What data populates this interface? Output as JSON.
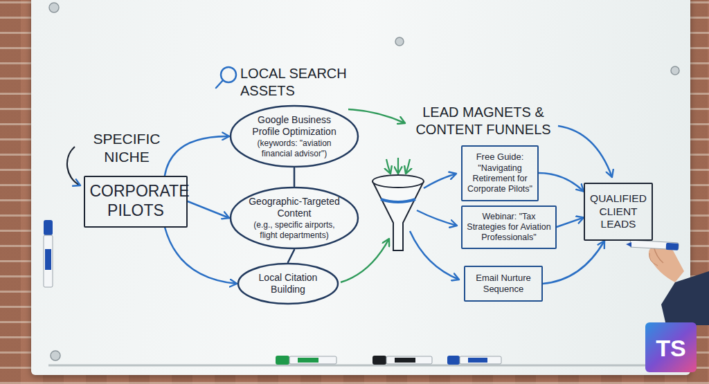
{
  "diagram": {
    "nodes": [
      {
        "text": [
          "CORPORATE PILOTS"
        ]
      },
      {
        "text": [
          "Google Business Profile Optimization",
          "(keywords: \"aviation financial advisor\")"
        ]
      },
      {
        "text": [
          "Geographic-Targeted Content",
          "(e.g., specific airports, flight departments)"
        ]
      },
      {
        "text": [
          "Local Citation Building"
        ]
      },
      {
        "text": [
          "Free Guide:",
          "\"Navigating Retirement for Corporate Pilots\""
        ]
      },
      {
        "text": [
          "Webinar: \"Tax Strategies for Aviation Professionals\""
        ]
      },
      {
        "text": [
          "Email Nurture Sequence"
        ]
      },
      {
        "text": [
          "QUALIFIED CLIENT LEADS"
        ]
      }
    ],
    "edges": [
      {
        "from": 0,
        "to": 1,
        "arrow": "to"
      },
      {
        "from": 0,
        "to": 2,
        "arrow": "to"
      },
      {
        "from": 0,
        "to": 3,
        "arrow": "to"
      },
      {
        "from": 1,
        "to": 2,
        "arrow": "none"
      },
      {
        "from": 2,
        "to": 3,
        "arrow": "none"
      },
      {
        "from": 4,
        "to": 7,
        "arrow": "to"
      },
      {
        "from": 5,
        "to": 7,
        "arrow": "to"
      },
      {
        "from": 6,
        "to": 7,
        "arrow": "to"
      }
    ],
    "labels": [
      "SPECIFIC NICHE",
      "LOCAL SEARCH ASSETS",
      "LEAD MAGNETS & CONTENT FUNNELS",
      "TS"
    ]
  }
}
